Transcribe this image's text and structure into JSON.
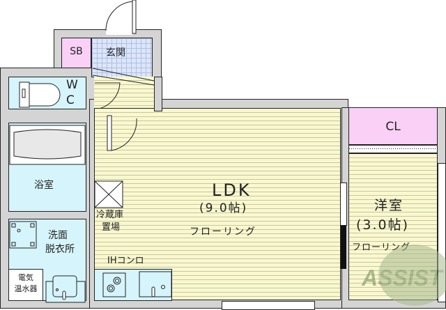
{
  "floorplan": {
    "rooms": {
      "sb": {
        "label": "SB"
      },
      "genkan": {
        "label": "玄関"
      },
      "wc": {
        "label_line1": "W",
        "label_line2": "C"
      },
      "bath": {
        "label": "浴室"
      },
      "washroom": {
        "label_line1": "洗面",
        "label_line2": "脱衣所"
      },
      "water_heater": {
        "label_line1": "電気",
        "label_line2": "温水器"
      },
      "fridge": {
        "label_line1": "冷蔵庫",
        "label_line2": "置場"
      },
      "stove": {
        "label": "IHコンロ"
      },
      "ldk": {
        "label": "LDK",
        "size": "(9.0帖)",
        "flooring": "フローリング"
      },
      "closet": {
        "label": "CL"
      },
      "western": {
        "label": "洋室",
        "size": "(3.0帖)",
        "flooring": "フローリング"
      }
    },
    "watermark": {
      "text": "ASSIST"
    },
    "colors": {
      "wall": "#d4d4d4",
      "flooring": "#f9f8cf",
      "wet_area": "#d6f4fb",
      "entry_tile": "#dde6f8",
      "storage": "#fad0f6",
      "watermark": "#8fa878"
    }
  }
}
